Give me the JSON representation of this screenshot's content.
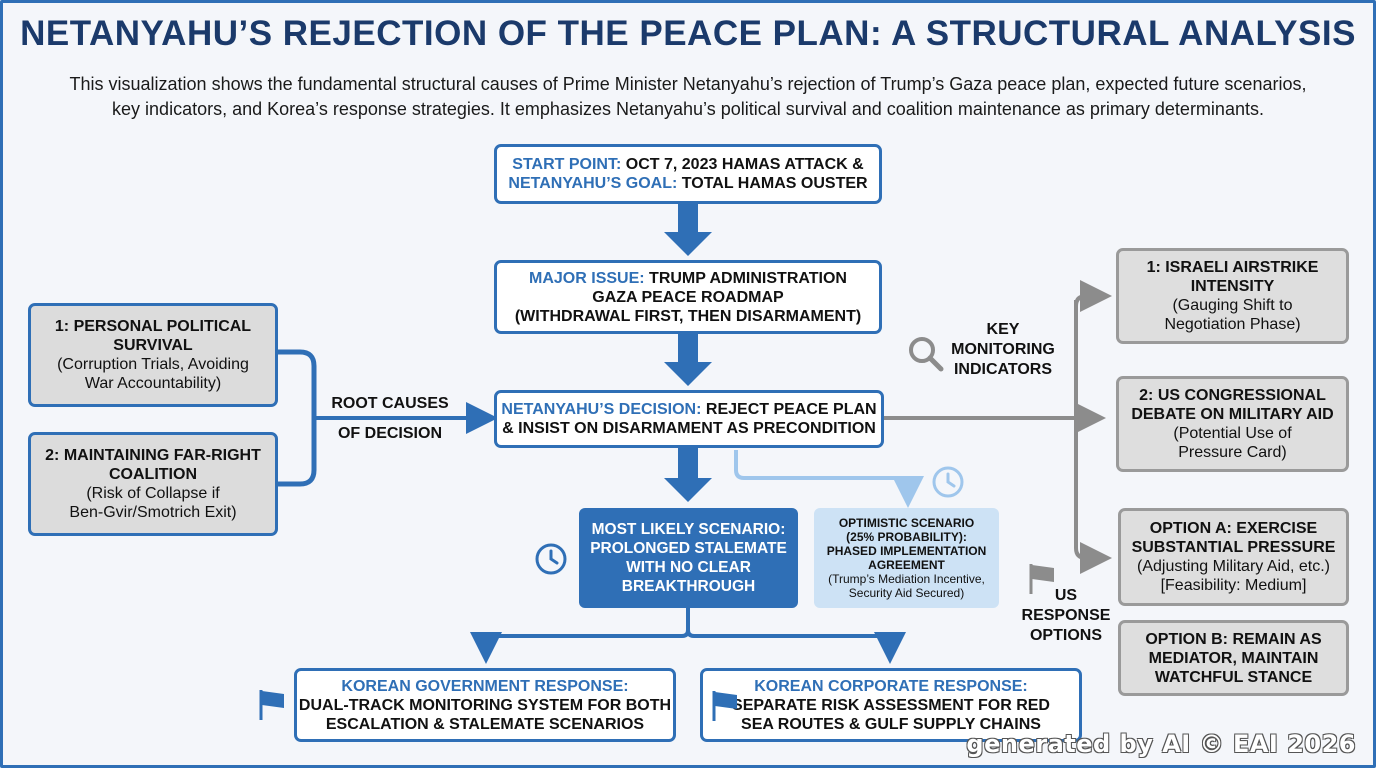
{
  "title": "NETANYAHU’S REJECTION OF THE PEACE PLAN: A STRUCTURAL ANALYSIS",
  "subtitle_line1": "This visualization shows the fundamental structural causes of Prime Minister Netanyahu’s rejection of Trump’s Gaza peace plan, expected future scenarios,",
  "subtitle_line2": "key indicators, and Korea’s response strategies. It emphasizes Netanyahu’s political survival and coalition maintenance as primary determinants.",
  "start": {
    "label1": "START POINT:",
    "text1": "OCT 7, 2023 HAMAS ATTACK &",
    "label2": "NETANYAHU’S GOAL:",
    "text2": "TOTAL HAMAS OUSTER"
  },
  "issue": {
    "label": "MAJOR ISSUE:",
    "text1": "TRUMP ADMINISTRATION",
    "text2": "GAZA PEACE ROADMAP",
    "text3": "(WITHDRAWAL FIRST, THEN DISARMAMENT)"
  },
  "decision": {
    "label": "NETANYAHU’S DECISION:",
    "text1": "REJECT PEACE PLAN",
    "text2": "& INSIST ON DISARMAMENT AS PRECONDITION"
  },
  "root_causes": {
    "label1": "ROOT CAUSES",
    "label2": "OF DECISION",
    "cause1": {
      "title1": "1: PERSONAL POLITICAL",
      "title2": "SURVIVAL",
      "detail1": "(Corruption Trials, Avoiding",
      "detail2": "War Accountability)"
    },
    "cause2": {
      "title1": "2: MAINTAINING FAR-RIGHT",
      "title2": "COALITION",
      "detail1": "(Risk of Collapse if",
      "detail2": "Ben-Gvir/Smotrich Exit)"
    }
  },
  "scenario_likely": {
    "l1": "MOST LIKELY SCENARIO:",
    "l2": "PROLONGED STALEMATE",
    "l3": "WITH NO CLEAR",
    "l4": "BREAKTHROUGH"
  },
  "scenario_optimistic": {
    "l1": "OPTIMISTIC SCENARIO",
    "l2": "(25% PROBABILITY):",
    "l3": "PHASED IMPLEMENTATION",
    "l4": "AGREEMENT",
    "d1": "(Trump’s Mediation Incentive,",
    "d2": "Security Aid Secured)"
  },
  "monitoring": {
    "label1": "KEY",
    "label2": "MONITORING",
    "label3": "INDICATORS",
    "ind1": {
      "title1": "1: ISRAELI AIRSTRIKE",
      "title2": "INTENSITY",
      "detail1": "(Gauging Shift to",
      "detail2": "Negotiation Phase)"
    },
    "ind2": {
      "title1": "2: US CONGRESSIONAL",
      "title2": "DEBATE ON MILITARY AID",
      "detail1": "(Potential Use of",
      "detail2": "Pressure Card)"
    }
  },
  "us_response": {
    "label1": "US",
    "label2": "RESPONSE",
    "label3": "OPTIONS",
    "optA": {
      "title1": "OPTION A: EXERCISE",
      "title2": "SUBSTANTIAL PRESSURE",
      "detail1": "(Adjusting Military Aid, etc.)",
      "detail2": "[Feasibility: Medium]"
    },
    "optB": {
      "title1": "OPTION B: REMAIN AS",
      "title2": "MEDIATOR, MAINTAIN",
      "title3": "WATCHFUL STANCE"
    }
  },
  "korea_gov": {
    "label": "KOREAN GOVERNMENT RESPONSE:",
    "text1": "DUAL-TRACK MONITORING SYSTEM FOR BOTH",
    "text2": "ESCALATION & STALEMATE SCENARIOS"
  },
  "korea_corp": {
    "label": "KOREAN CORPORATE RESPONSE:",
    "text1": "SEPARATE RISK ASSESSMENT FOR RED",
    "text2": "SEA ROUTES & GULF SUPPLY CHAINS"
  },
  "watermark": "generated by AI © EAI 2026",
  "colors": {
    "accent": "#2f6fb6",
    "title": "#1b3a6b",
    "gray_box": "#dcdcdc",
    "light_blue": "#cde2f5",
    "connector_gray": "#8c8c8c"
  }
}
